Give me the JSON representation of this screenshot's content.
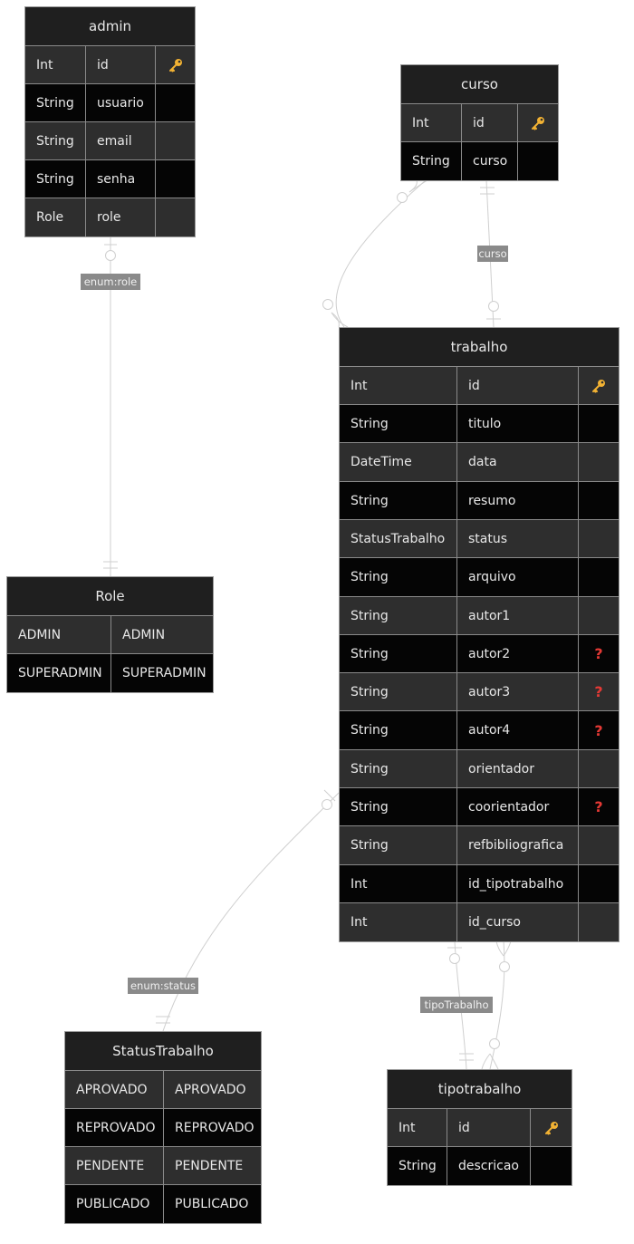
{
  "entities": {
    "admin": {
      "title": "admin",
      "rows": [
        {
          "type": "Int",
          "name": "id",
          "key": "PK"
        },
        {
          "type": "String",
          "name": "usuario",
          "key": ""
        },
        {
          "type": "String",
          "name": "email",
          "key": ""
        },
        {
          "type": "String",
          "name": "senha",
          "key": ""
        },
        {
          "type": "Role",
          "name": "role",
          "key": ""
        }
      ]
    },
    "curso": {
      "title": "curso",
      "rows": [
        {
          "type": "Int",
          "name": "id",
          "key": "PK"
        },
        {
          "type": "String",
          "name": "curso",
          "key": ""
        }
      ]
    },
    "role": {
      "title": "Role",
      "rows": [
        {
          "type": "ADMIN",
          "name": "ADMIN"
        },
        {
          "type": "SUPERADMIN",
          "name": "SUPERADMIN"
        }
      ]
    },
    "trabalho": {
      "title": "trabalho",
      "rows": [
        {
          "type": "Int",
          "name": "id",
          "key": "PK"
        },
        {
          "type": "String",
          "name": "titulo",
          "key": ""
        },
        {
          "type": "DateTime",
          "name": "data",
          "key": ""
        },
        {
          "type": "String",
          "name": "resumo",
          "key": ""
        },
        {
          "type": "StatusTrabalho",
          "name": "status",
          "key": ""
        },
        {
          "type": "String",
          "name": "arquivo",
          "key": ""
        },
        {
          "type": "String",
          "name": "autor1",
          "key": ""
        },
        {
          "type": "String",
          "name": "autor2",
          "key": "nullable"
        },
        {
          "type": "String",
          "name": "autor3",
          "key": "nullable"
        },
        {
          "type": "String",
          "name": "autor4",
          "key": "nullable"
        },
        {
          "type": "String",
          "name": "orientador",
          "key": ""
        },
        {
          "type": "String",
          "name": "coorientador",
          "key": "nullable"
        },
        {
          "type": "String",
          "name": "refbibliografica",
          "key": ""
        },
        {
          "type": "Int",
          "name": "id_tipotrabalho",
          "key": ""
        },
        {
          "type": "Int",
          "name": "id_curso",
          "key": ""
        }
      ]
    },
    "status_trabalho": {
      "title": "StatusTrabalho",
      "rows": [
        {
          "type": "APROVADO",
          "name": "APROVADO"
        },
        {
          "type": "REPROVADO",
          "name": "REPROVADO"
        },
        {
          "type": "PENDENTE",
          "name": "PENDENTE"
        },
        {
          "type": "PUBLICADO",
          "name": "PUBLICADO"
        }
      ]
    },
    "tipotrabalho": {
      "title": "tipotrabalho",
      "rows": [
        {
          "type": "Int",
          "name": "id",
          "key": "PK"
        },
        {
          "type": "String",
          "name": "descricao",
          "key": ""
        }
      ]
    }
  },
  "relationships": {
    "admin_role": {
      "label": "enum:role"
    },
    "curso_trabalho": {
      "label": "curso"
    },
    "trabalho_status": {
      "label": "enum:status"
    },
    "trabalho_tipotrabalho": {
      "label": "tipoTrabalho"
    }
  },
  "colors": {
    "pk_icon": "#f2b233",
    "nullable_icon": "#e53935",
    "row_even": "#2e2e2e",
    "row_odd": "#050505",
    "line": "#cfcfcf"
  }
}
